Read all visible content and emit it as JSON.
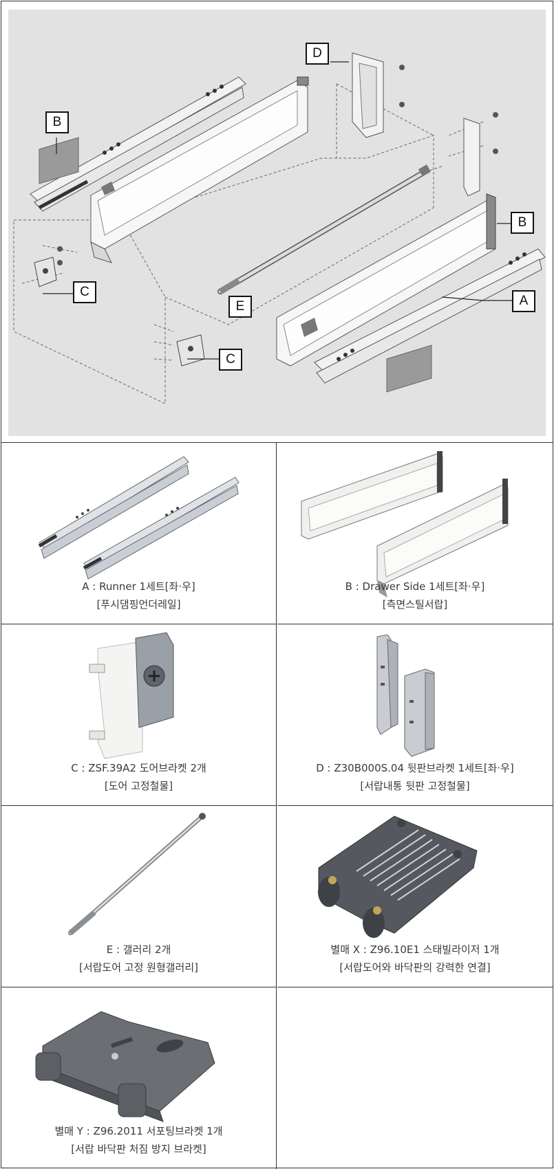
{
  "diagram": {
    "callouts": {
      "a": "A",
      "b_left": "B",
      "b_right": "B",
      "c_left": "C",
      "c_bottom": "C",
      "d": "D",
      "e": "E"
    }
  },
  "parts": [
    {
      "name": "A : Runner 1세트[좌·우]",
      "desc": "[푸시댐핑언더레일]",
      "icon": "runner-rails-icon"
    },
    {
      "name": "B : Drawer Side 1세트[좌·우]",
      "desc": "[측면스틸서랍]",
      "icon": "drawer-side-icon"
    },
    {
      "name": "C : ZSF.39A2 도어브라켓 2개",
      "desc": "[도어 고정철물]",
      "icon": "door-bracket-icon"
    },
    {
      "name": "D : Z30B000S.04 뒷판브라켓 1세트[좌·우]",
      "desc": "[서랍내통 뒷판 고정철물]",
      "icon": "back-bracket-icon"
    },
    {
      "name": "E : 갤러리 2개",
      "desc": "[서랍도어 고정 원형갤러리]",
      "icon": "gallery-rod-icon"
    },
    {
      "name": "별매 X : Z96.10E1 스태빌라이저 1개",
      "desc": "[서랍도어와 바닥판의 강력한 연결]",
      "icon": "stabilizer-icon"
    },
    {
      "name": "별매 Y : Z96.2011 서포팅브라켓 1개",
      "desc": "[서랍 바닥판 처짐 방지 브라켓]",
      "icon": "supporting-bracket-icon"
    }
  ]
}
